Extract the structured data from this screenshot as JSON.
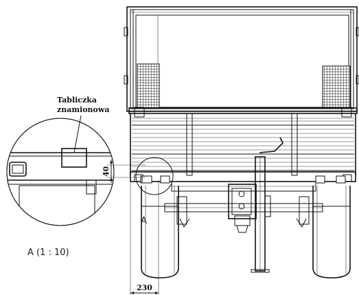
{
  "labels": {
    "nameplate_line1": "Tabliczka",
    "nameplate_line2": "znamionowa",
    "detail_marker": "A",
    "detail_scale": "A (1 : 10)",
    "dim_height": "40",
    "dim_width": "230"
  }
}
